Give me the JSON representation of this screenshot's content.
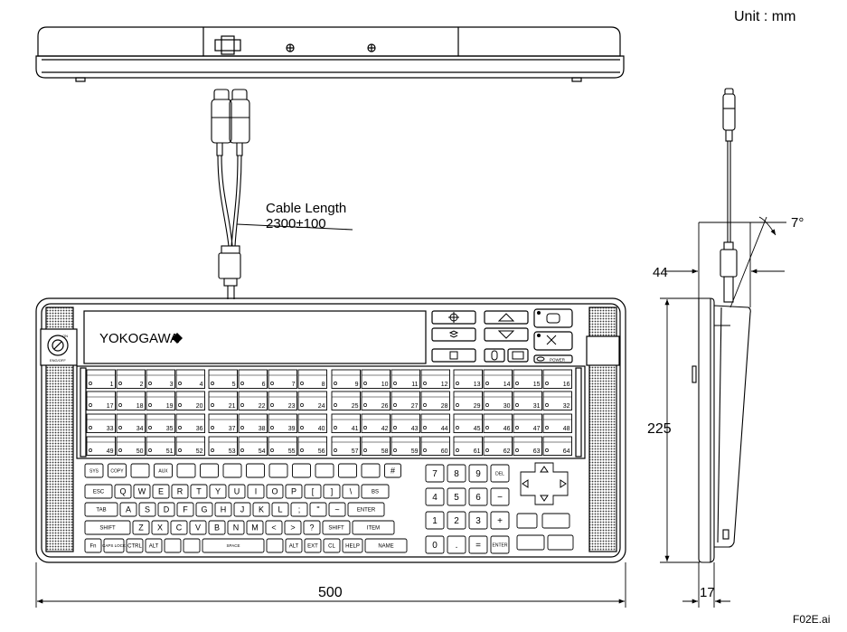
{
  "unit_label": "Unit : mm",
  "cable": {
    "label_line1": "Cable Length",
    "label_line2": "2300±100"
  },
  "brand": "YOKOGAWA",
  "dimensions": {
    "width": "500",
    "height": "225",
    "depth_front": "17",
    "depth_top": "44",
    "tilt_angle": "7°"
  },
  "key_lock": {
    "top": "ON",
    "bottom": "ENG/OFF"
  },
  "power_label": "POWER",
  "function_keys": [
    "1",
    "2",
    "3",
    "4",
    "5",
    "6",
    "7",
    "8",
    "9",
    "10",
    "11",
    "12",
    "13",
    "14",
    "15",
    "16",
    "17",
    "18",
    "19",
    "20",
    "21",
    "22",
    "23",
    "24",
    "25",
    "26",
    "27",
    "28",
    "29",
    "30",
    "31",
    "32",
    "33",
    "34",
    "35",
    "36",
    "37",
    "38",
    "39",
    "40",
    "41",
    "42",
    "43",
    "44",
    "45",
    "46",
    "47",
    "48",
    "49",
    "50",
    "51",
    "52",
    "53",
    "54",
    "55",
    "56",
    "57",
    "58",
    "59",
    "60",
    "61",
    "62",
    "63",
    "64"
  ],
  "keyboard_rows": {
    "row1": [
      "SYS",
      "COPY",
      "",
      "AUX",
      "",
      "",
      "",
      "",
      "",
      "",
      "",
      "",
      "",
      "#"
    ],
    "row2": [
      "ESC",
      "Q",
      "W",
      "E",
      "R",
      "T",
      "Y",
      "U",
      "I",
      "O",
      "P",
      "[",
      "]",
      "\\",
      "BS"
    ],
    "row3": [
      "TAB",
      "A",
      "S",
      "D",
      "F",
      "G",
      "H",
      "J",
      "K",
      "L",
      ";",
      "\"",
      "~",
      "ENTER"
    ],
    "row4": [
      "SHIFT",
      "Z",
      "X",
      "C",
      "V",
      "B",
      "N",
      "M",
      "<",
      ">",
      "?",
      "SHIFT",
      "ITEM"
    ],
    "row5": [
      "Fn",
      "CAPS LOCK",
      "CTRL",
      "ALT",
      "",
      "",
      "SPACE",
      "",
      "ALT",
      "EXT",
      "CL",
      "HELP",
      "NAME"
    ]
  },
  "numpad": {
    "row1": [
      "7",
      "8",
      "9",
      "DEL"
    ],
    "row2": [
      "4",
      "5",
      "6",
      "−"
    ],
    "row3": [
      "1",
      "2",
      "3",
      "+"
    ],
    "row4": [
      "0",
      ".",
      "=",
      "ENTER"
    ]
  },
  "file_label": "F02E.ai"
}
